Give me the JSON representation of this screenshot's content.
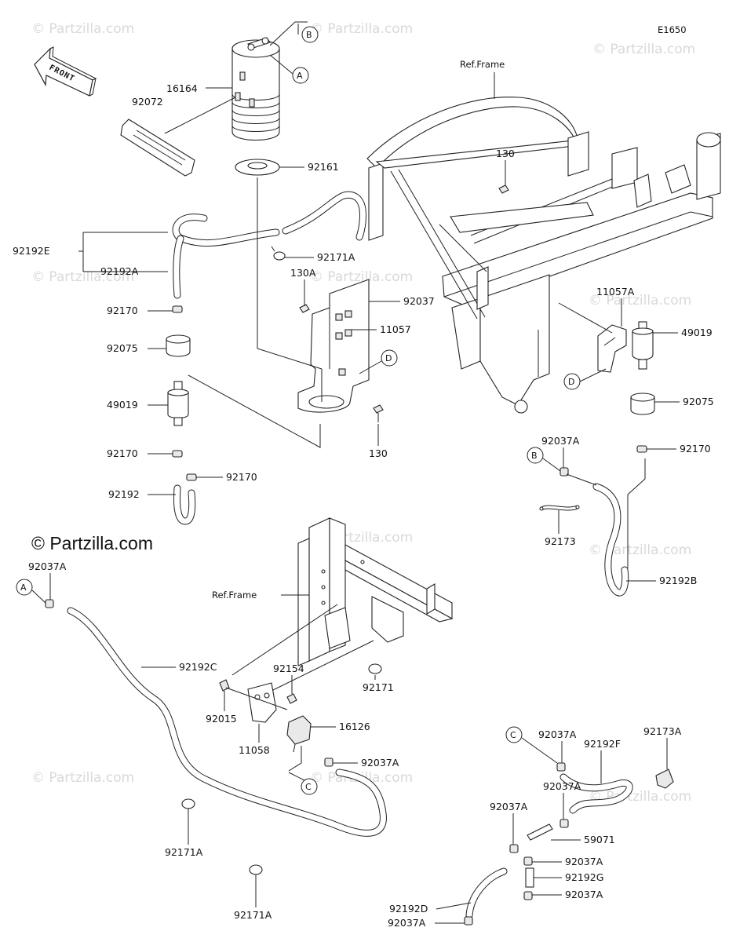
{
  "diagram_code": "E1650",
  "brand_text": "© Partzilla.com",
  "watermark_text": "© Partzilla.com",
  "front_label": "FRONT",
  "ref_frame_top": "Ref.Frame",
  "ref_frame_mid": "Ref.Frame",
  "callouts": [
    "A",
    "B",
    "C",
    "D"
  ],
  "labels": {
    "p16164": "16164",
    "p92072": "92072",
    "p92161": "92161",
    "p92192E": "92192E",
    "p92192A": "92192A",
    "p92171A_top": "92171A",
    "p130A": "130A",
    "p92170_a": "92170",
    "p92075_left": "92075",
    "p49019_left": "49019",
    "p92170_b": "92170",
    "p92170_c": "92170",
    "p92192": "92192",
    "p92037_mid": "92037",
    "p11057": "11057",
    "p130_top": "130",
    "p130_bot": "130",
    "p11057A": "11057A",
    "p49019_right": "49019",
    "p92075_right": "92075",
    "p92170_right": "92170",
    "p92037A_b": "92037A",
    "p92173": "92173",
    "p92192B": "92192B",
    "p92037A_a": "92037A",
    "p92192C": "92192C",
    "p92154": "92154",
    "p92171": "92171",
    "p92015": "92015",
    "p16126": "16126",
    "p11058": "11058",
    "p92037A_c": "92037A",
    "p92171A_l": "92171A",
    "p92171A_r": "92171A",
    "p92037A_r1": "92037A",
    "p92192F": "92192F",
    "p92173A": "92173A",
    "p92037A_r2": "92037A",
    "p92037A_r3": "92037A",
    "p59071": "59071",
    "p92037A_r4": "92037A",
    "p92192G": "92192G",
    "p92037A_r5": "92037A",
    "p92192D": "92192D",
    "p92037A_r6": "92037A"
  }
}
